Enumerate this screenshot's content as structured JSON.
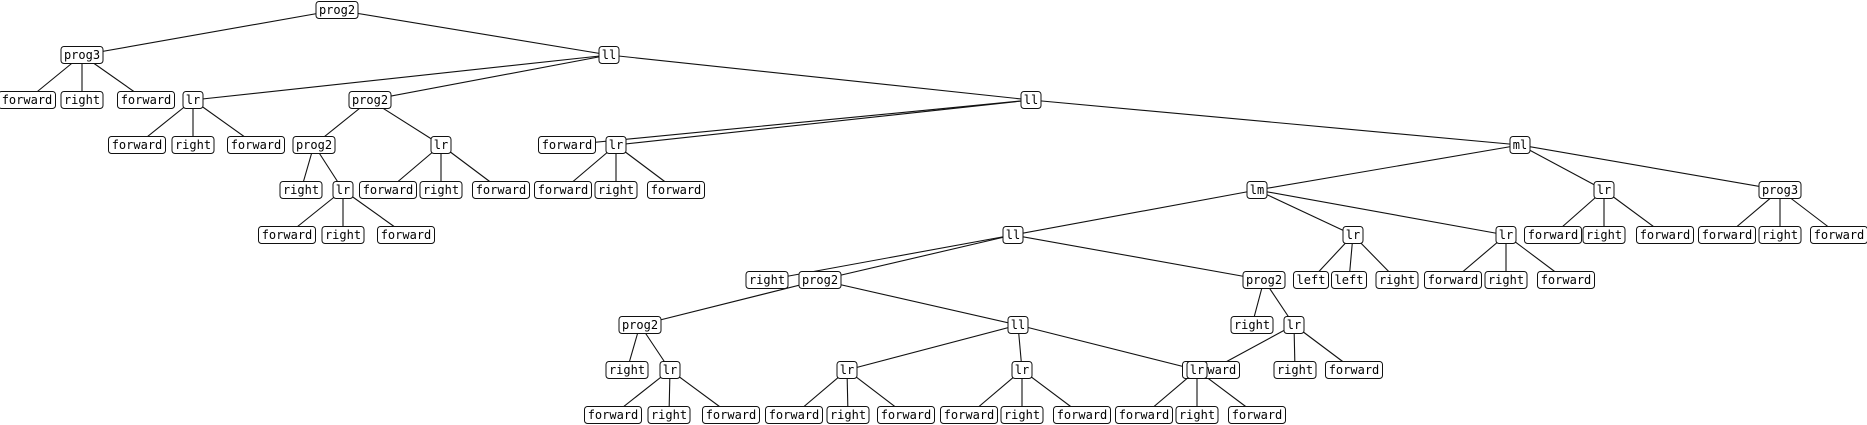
{
  "colors": {
    "background": "#ffffff",
    "line": "#111111",
    "text": "#000000"
  },
  "tree": {
    "nodes": [
      {
        "id": "n0",
        "label": "prog2"
      },
      {
        "id": "n1",
        "label": "prog3"
      },
      {
        "id": "n2",
        "label": "ll"
      },
      {
        "id": "n3",
        "label": "forward"
      },
      {
        "id": "n4",
        "label": "right"
      },
      {
        "id": "n5",
        "label": "forward"
      },
      {
        "id": "n6",
        "label": "lr"
      },
      {
        "id": "n7",
        "label": "prog2"
      },
      {
        "id": "n8",
        "label": "ll"
      },
      {
        "id": "n9",
        "label": "forward"
      },
      {
        "id": "n10",
        "label": "right"
      },
      {
        "id": "n11",
        "label": "forward"
      },
      {
        "id": "n12",
        "label": "prog2"
      },
      {
        "id": "n13",
        "label": "lr"
      },
      {
        "id": "n14",
        "label": "right"
      },
      {
        "id": "n15",
        "label": "lr"
      },
      {
        "id": "n16",
        "label": "forward"
      },
      {
        "id": "n17",
        "label": "right"
      },
      {
        "id": "n18",
        "label": "forward"
      },
      {
        "id": "n19",
        "label": "forward"
      },
      {
        "id": "n20",
        "label": "right"
      },
      {
        "id": "n21",
        "label": "forward"
      },
      {
        "id": "n22",
        "label": "forward"
      },
      {
        "id": "n23",
        "label": "lr"
      },
      {
        "id": "n24",
        "label": "forward"
      },
      {
        "id": "n25",
        "label": "right"
      },
      {
        "id": "n26",
        "label": "forward"
      },
      {
        "id": "n27",
        "label": "ml"
      },
      {
        "id": "n28",
        "label": "lm"
      },
      {
        "id": "n29",
        "label": "lr"
      },
      {
        "id": "n30",
        "label": "prog3"
      },
      {
        "id": "n31",
        "label": "forward"
      },
      {
        "id": "n32",
        "label": "right"
      },
      {
        "id": "n33",
        "label": "forward"
      },
      {
        "id": "n34",
        "label": "forward"
      },
      {
        "id": "n35",
        "label": "right"
      },
      {
        "id": "n36",
        "label": "forward"
      },
      {
        "id": "n37",
        "label": "ll"
      },
      {
        "id": "n38",
        "label": "lr"
      },
      {
        "id": "n39",
        "label": "lr"
      },
      {
        "id": "n40",
        "label": "left"
      },
      {
        "id": "n41",
        "label": "left"
      },
      {
        "id": "n42",
        "label": "right"
      },
      {
        "id": "n43",
        "label": "forward"
      },
      {
        "id": "n44",
        "label": "right"
      },
      {
        "id": "n45",
        "label": "forward"
      },
      {
        "id": "n46",
        "label": "right"
      },
      {
        "id": "n47",
        "label": "prog2"
      },
      {
        "id": "n48",
        "label": "prog2"
      },
      {
        "id": "n49",
        "label": "prog2"
      },
      {
        "id": "n50",
        "label": "ll"
      },
      {
        "id": "n51",
        "label": "right"
      },
      {
        "id": "n52",
        "label": "lr"
      },
      {
        "id": "n53",
        "label": "forward"
      },
      {
        "id": "n54",
        "label": "right"
      },
      {
        "id": "n55",
        "label": "forward"
      },
      {
        "id": "n56",
        "label": "right"
      },
      {
        "id": "n57",
        "label": "lr"
      },
      {
        "id": "n58",
        "label": "lr"
      },
      {
        "id": "n59",
        "label": "lr"
      },
      {
        "id": "n60",
        "label": "lr"
      },
      {
        "id": "n61",
        "label": "forward"
      },
      {
        "id": "n62",
        "label": "right"
      },
      {
        "id": "n63",
        "label": "forward"
      },
      {
        "id": "n64",
        "label": "forward"
      },
      {
        "id": "n65",
        "label": "right"
      },
      {
        "id": "n66",
        "label": "forward"
      },
      {
        "id": "n67",
        "label": "forward"
      },
      {
        "id": "n68",
        "label": "right"
      },
      {
        "id": "n69",
        "label": "forward"
      },
      {
        "id": "n70",
        "label": "forward"
      },
      {
        "id": "n71",
        "label": "right"
      },
      {
        "id": "n72",
        "label": "forward"
      }
    ],
    "edges": [
      [
        "n0",
        "n1"
      ],
      [
        "n0",
        "n2"
      ],
      [
        "n1",
        "n3"
      ],
      [
        "n1",
        "n4"
      ],
      [
        "n1",
        "n5"
      ],
      [
        "n2",
        "n6"
      ],
      [
        "n2",
        "n7"
      ],
      [
        "n2",
        "n8"
      ],
      [
        "n6",
        "n9"
      ],
      [
        "n6",
        "n10"
      ],
      [
        "n6",
        "n11"
      ],
      [
        "n7",
        "n12"
      ],
      [
        "n7",
        "n13"
      ],
      [
        "n12",
        "n14"
      ],
      [
        "n12",
        "n15"
      ],
      [
        "n15",
        "n16"
      ],
      [
        "n15",
        "n17"
      ],
      [
        "n15",
        "n18"
      ],
      [
        "n13",
        "n19"
      ],
      [
        "n13",
        "n20"
      ],
      [
        "n13",
        "n21"
      ],
      [
        "n8",
        "n22"
      ],
      [
        "n8",
        "n23"
      ],
      [
        "n8",
        "n27"
      ],
      [
        "n23",
        "n24"
      ],
      [
        "n23",
        "n25"
      ],
      [
        "n23",
        "n26"
      ],
      [
        "n27",
        "n28"
      ],
      [
        "n27",
        "n29"
      ],
      [
        "n27",
        "n30"
      ],
      [
        "n29",
        "n31"
      ],
      [
        "n29",
        "n32"
      ],
      [
        "n29",
        "n33"
      ],
      [
        "n30",
        "n34"
      ],
      [
        "n30",
        "n35"
      ],
      [
        "n30",
        "n36"
      ],
      [
        "n28",
        "n37"
      ],
      [
        "n28",
        "n38"
      ],
      [
        "n28",
        "n39"
      ],
      [
        "n38",
        "n40"
      ],
      [
        "n38",
        "n41"
      ],
      [
        "n38",
        "n42"
      ],
      [
        "n39",
        "n43"
      ],
      [
        "n39",
        "n44"
      ],
      [
        "n39",
        "n45"
      ],
      [
        "n37",
        "n46"
      ],
      [
        "n37",
        "n47"
      ],
      [
        "n37",
        "n48"
      ],
      [
        "n47",
        "n49"
      ],
      [
        "n47",
        "n50"
      ],
      [
        "n48",
        "n51"
      ],
      [
        "n48",
        "n52"
      ],
      [
        "n52",
        "n53"
      ],
      [
        "n52",
        "n54"
      ],
      [
        "n52",
        "n55"
      ],
      [
        "n49",
        "n56"
      ],
      [
        "n49",
        "n57"
      ],
      [
        "n57",
        "n61"
      ],
      [
        "n57",
        "n62"
      ],
      [
        "n57",
        "n63"
      ],
      [
        "n50",
        "n58"
      ],
      [
        "n50",
        "n59"
      ],
      [
        "n50",
        "n60"
      ],
      [
        "n58",
        "n64"
      ],
      [
        "n58",
        "n65"
      ],
      [
        "n58",
        "n66"
      ],
      [
        "n59",
        "n67"
      ],
      [
        "n59",
        "n68"
      ],
      [
        "n59",
        "n69"
      ],
      [
        "n60",
        "n70"
      ],
      [
        "n60",
        "n71"
      ],
      [
        "n60",
        "n72"
      ]
    ]
  }
}
